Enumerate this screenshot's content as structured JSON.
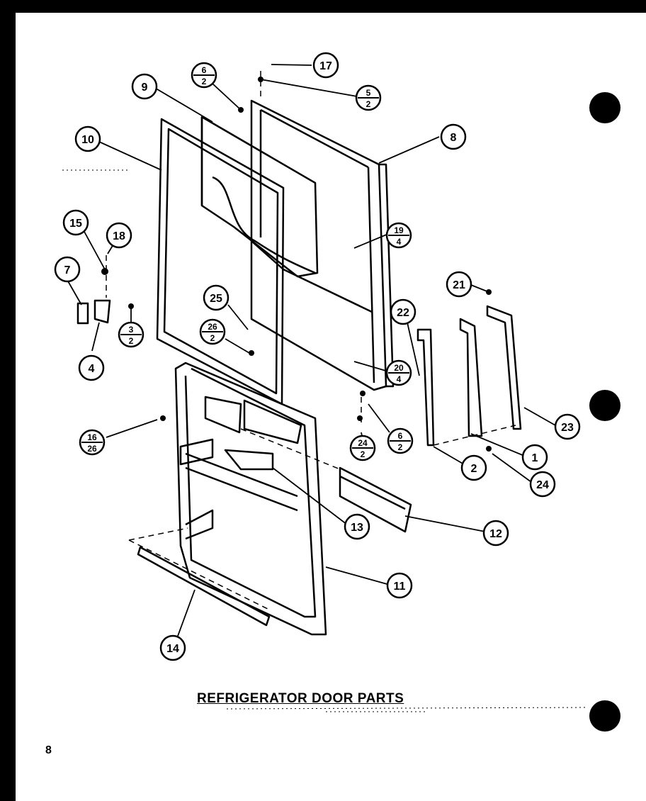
{
  "title": "REFRIGERATOR DOOR PARTS",
  "page_number": "8",
  "callouts": [
    {
      "id": "17",
      "lines": [
        "17"
      ]
    },
    {
      "id": "6-2a",
      "lines": [
        "6",
        "2"
      ]
    },
    {
      "id": "5-2",
      "lines": [
        "5",
        "2"
      ]
    },
    {
      "id": "9",
      "lines": [
        "9"
      ]
    },
    {
      "id": "8",
      "lines": [
        "8"
      ]
    },
    {
      "id": "10",
      "lines": [
        "10"
      ]
    },
    {
      "id": "15",
      "lines": [
        "15"
      ]
    },
    {
      "id": "18",
      "lines": [
        "18"
      ]
    },
    {
      "id": "19-4",
      "lines": [
        "19",
        "4"
      ]
    },
    {
      "id": "7",
      "lines": [
        "7"
      ]
    },
    {
      "id": "21",
      "lines": [
        "21"
      ]
    },
    {
      "id": "3-2",
      "lines": [
        "3",
        "2"
      ]
    },
    {
      "id": "25",
      "lines": [
        "25"
      ]
    },
    {
      "id": "22",
      "lines": [
        "22"
      ]
    },
    {
      "id": "26-2",
      "lines": [
        "26",
        "2"
      ]
    },
    {
      "id": "4",
      "lines": [
        "4"
      ]
    },
    {
      "id": "20-4",
      "lines": [
        "20",
        "4"
      ]
    },
    {
      "id": "23",
      "lines": [
        "23"
      ]
    },
    {
      "id": "16-26",
      "lines": [
        "16",
        "26"
      ]
    },
    {
      "id": "6-2b",
      "lines": [
        "6",
        "2"
      ]
    },
    {
      "id": "24-2",
      "lines": [
        "24",
        "2"
      ]
    },
    {
      "id": "1",
      "lines": [
        "1"
      ]
    },
    {
      "id": "2",
      "lines": [
        "2"
      ]
    },
    {
      "id": "24",
      "lines": [
        "24"
      ]
    },
    {
      "id": "13",
      "lines": [
        "13"
      ]
    },
    {
      "id": "12",
      "lines": [
        "12"
      ]
    },
    {
      "id": "11",
      "lines": [
        "11"
      ]
    },
    {
      "id": "14",
      "lines": [
        "14"
      ]
    }
  ]
}
